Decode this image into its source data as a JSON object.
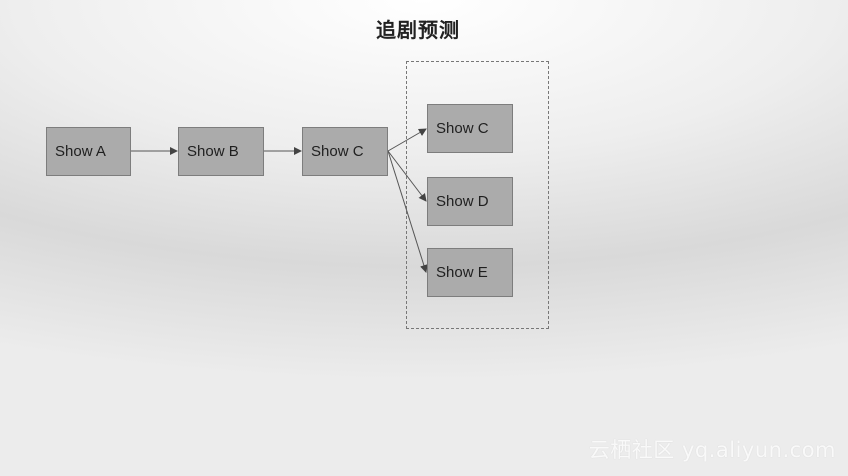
{
  "title": "追剧预测",
  "nodes": {
    "a": "Show A",
    "b": "Show B",
    "c": "Show C",
    "c2": "Show C",
    "d": "Show D",
    "e": "Show E"
  },
  "watermark": "云栖社区 yq.aliyun.com"
}
